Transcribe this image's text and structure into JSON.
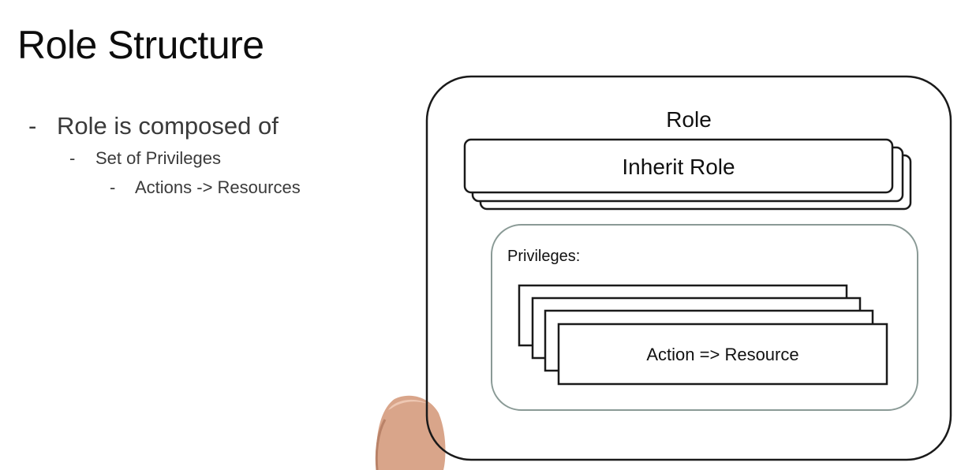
{
  "slide": {
    "title": "Role Structure"
  },
  "bullets": [
    {
      "dash": "-",
      "text": "Role is composed of"
    },
    {
      "dash": "-",
      "text": "Set of Privileges"
    },
    {
      "dash": "-",
      "text": "Actions -> Resources"
    }
  ],
  "diagram": {
    "role_label": "Role",
    "inherit_role_label": "Inherit Role",
    "privileges_label": "Privileges:",
    "action_resource_label": "Action => Resource"
  },
  "colors": {
    "outline": "#1a1a1a",
    "privileges_outline": "#8a9a96",
    "bullet_text": "#3a3a3a",
    "title_text": "#0d0d0d"
  }
}
